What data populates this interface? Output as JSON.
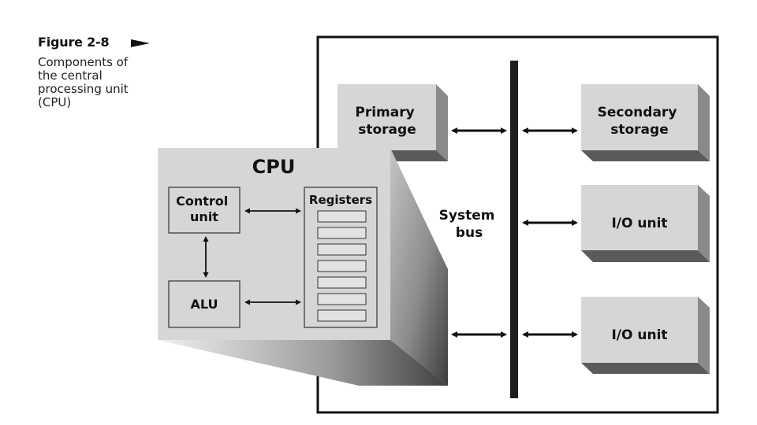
{
  "caption": {
    "figure_label": "Figure 2-8",
    "description_lines": [
      "Components of",
      "the central",
      "processing unit",
      "(CPU)"
    ]
  },
  "diagram": {
    "primary_storage": [
      "Primary",
      "storage"
    ],
    "secondary_storage": [
      "Secondary",
      "storage"
    ],
    "io_unit_1": "I/O unit",
    "io_unit_2": "I/O unit",
    "system_bus": [
      "System",
      "bus"
    ],
    "cpu": {
      "title": "CPU",
      "control_unit": [
        "Control",
        "unit"
      ],
      "alu": "ALU",
      "registers_title": "Registers",
      "register_count": 7
    }
  },
  "colors": {
    "box_face": "#d6d6d6",
    "box_side": "#8a8a8a",
    "box_bottom": "#5a5a5a",
    "bus": "#1e1e1e",
    "line": "#111111"
  }
}
